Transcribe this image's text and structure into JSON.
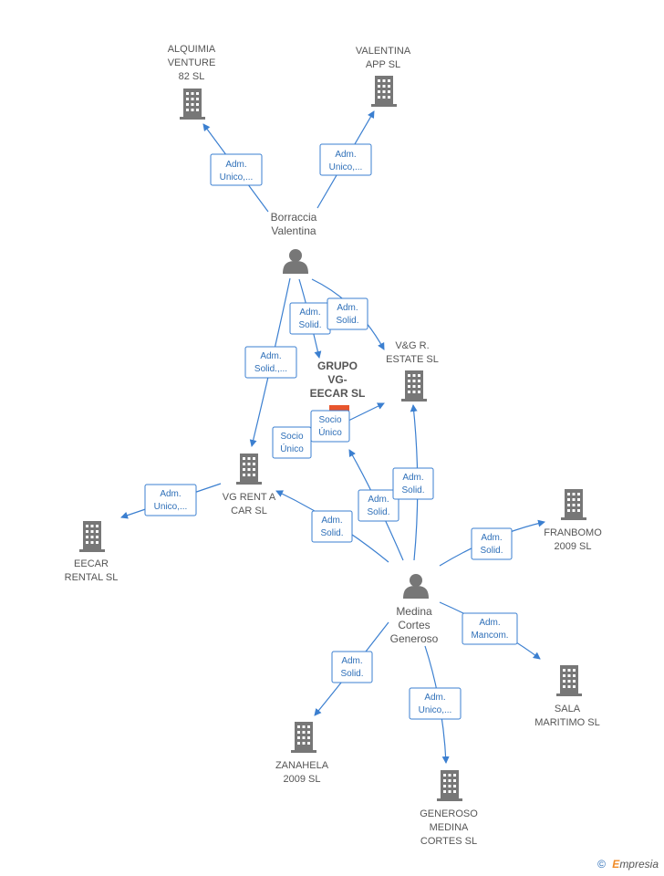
{
  "companies": [
    {
      "id": "alquimia",
      "lines": [
        "ALQUIMIA",
        "VENTURE",
        "82  SL"
      ],
      "icon": "building-icon"
    },
    {
      "id": "valentina_app",
      "lines": [
        "VALENTINA",
        "APP  SL"
      ],
      "icon": "building-icon"
    },
    {
      "id": "vg_estate",
      "lines": [
        "V&G R.",
        "ESTATE  SL"
      ],
      "icon": "building-icon"
    },
    {
      "id": "grupo_vg",
      "lines": [
        "GRUPO",
        "VG-",
        "EECAR  SL"
      ],
      "icon": "building-icon",
      "highlight": true
    },
    {
      "id": "vg_rent",
      "lines": [
        "VG RENT A",
        "CAR  SL"
      ],
      "icon": "building-icon"
    },
    {
      "id": "eecar_rental",
      "lines": [
        "EECAR",
        "RENTAL  SL"
      ],
      "icon": "building-icon"
    },
    {
      "id": "franbomo",
      "lines": [
        "FRANBOMO",
        "2009 SL"
      ],
      "icon": "building-icon"
    },
    {
      "id": "sala_maritimo",
      "lines": [
        "SALA",
        "MARITIMO SL"
      ],
      "icon": "building-icon"
    },
    {
      "id": "zanahela",
      "lines": [
        "ZANAHELA",
        "2009 SL"
      ],
      "icon": "building-icon"
    },
    {
      "id": "generoso_medina",
      "lines": [
        "GENEROSO",
        "MEDINA",
        "CORTES  SL"
      ],
      "icon": "building-icon"
    }
  ],
  "persons": [
    {
      "id": "borraccia",
      "lines": [
        "Borraccia",
        "Valentina"
      ],
      "icon": "person-icon"
    },
    {
      "id": "medina",
      "lines": [
        "Medina",
        "Cortes",
        "Generoso"
      ],
      "icon": "person-icon"
    }
  ],
  "roles": [
    {
      "id": "r1",
      "lines": [
        "Adm.",
        "Unico,..."
      ]
    },
    {
      "id": "r2",
      "lines": [
        "Adm.",
        "Unico,..."
      ]
    },
    {
      "id": "r3",
      "lines": [
        "Adm.",
        "Solid."
      ]
    },
    {
      "id": "r4",
      "lines": [
        "Adm.",
        "Solid."
      ]
    },
    {
      "id": "r5",
      "lines": [
        "Adm.",
        "Solid.,..."
      ]
    },
    {
      "id": "r6",
      "lines": [
        "Socio",
        "Único"
      ]
    },
    {
      "id": "r7",
      "lines": [
        "Socio",
        "Único"
      ]
    },
    {
      "id": "r8",
      "lines": [
        "Adm.",
        "Unico,..."
      ]
    },
    {
      "id": "r9",
      "lines": [
        "Adm.",
        "Solid."
      ]
    },
    {
      "id": "r10",
      "lines": [
        "Adm.",
        "Solid."
      ]
    },
    {
      "id": "r11",
      "lines": [
        "Adm.",
        "Solid."
      ]
    },
    {
      "id": "r12",
      "lines": [
        "Adm.",
        "Solid."
      ]
    },
    {
      "id": "r13",
      "lines": [
        "Adm.",
        "Mancom."
      ]
    },
    {
      "id": "r14",
      "lines": [
        "Adm.",
        "Solid."
      ]
    },
    {
      "id": "r15",
      "lines": [
        "Adm.",
        "Unico,..."
      ]
    }
  ],
  "colors": {
    "edge": "#3b7fd0",
    "icon": "#777777",
    "highlight": "#e8552d"
  },
  "footer": {
    "copyright": "©",
    "brand_e": "E",
    "brand_rest": "mpresia"
  }
}
